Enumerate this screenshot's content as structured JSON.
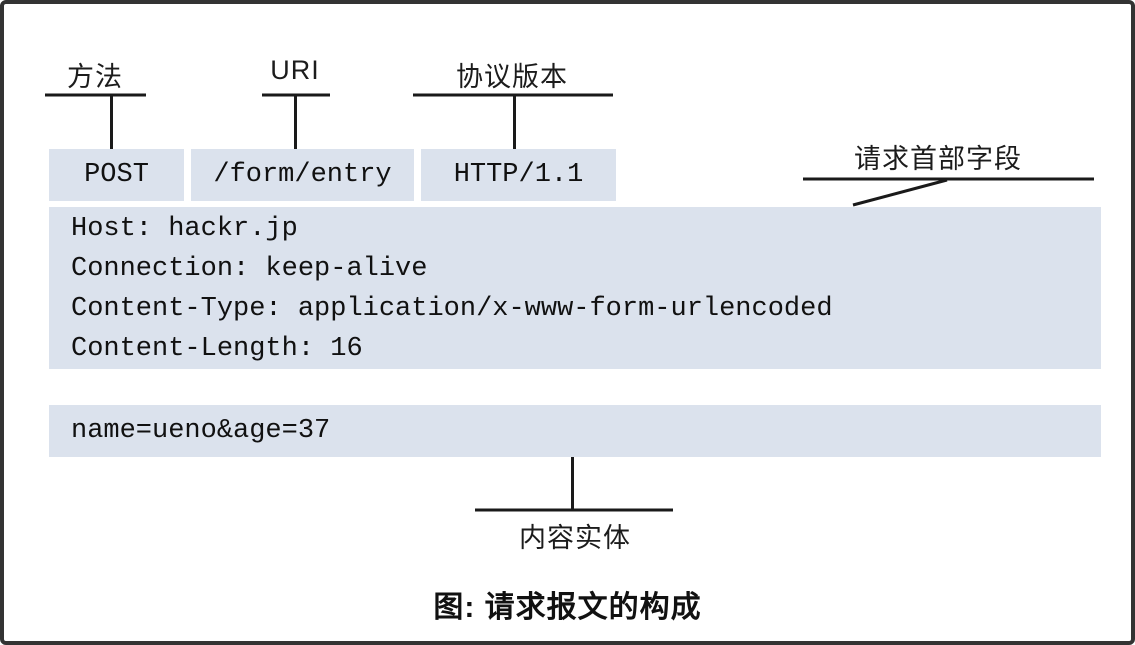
{
  "figure": {
    "annotations": {
      "method_label": "方法",
      "uri_label": "URI",
      "version_label": "协议版本",
      "headers_label": "请求首部字段",
      "body_label": "内容实体"
    },
    "request_line": {
      "method": "POST",
      "uri": "/form/entry",
      "version": "HTTP/1.1"
    },
    "header_fields": [
      "Host: hackr.jp",
      "Connection: keep-alive",
      "Content-Type: application/x-www-form-urlencoded",
      "Content-Length: 16"
    ],
    "entity_body": "name=ueno&age=37",
    "caption": "图: 请求报文的构成",
    "colors": {
      "box_fill": "#dbe2ed",
      "line": "#1a1a1a",
      "frame_border": "#333333",
      "text": "#111111"
    }
  }
}
